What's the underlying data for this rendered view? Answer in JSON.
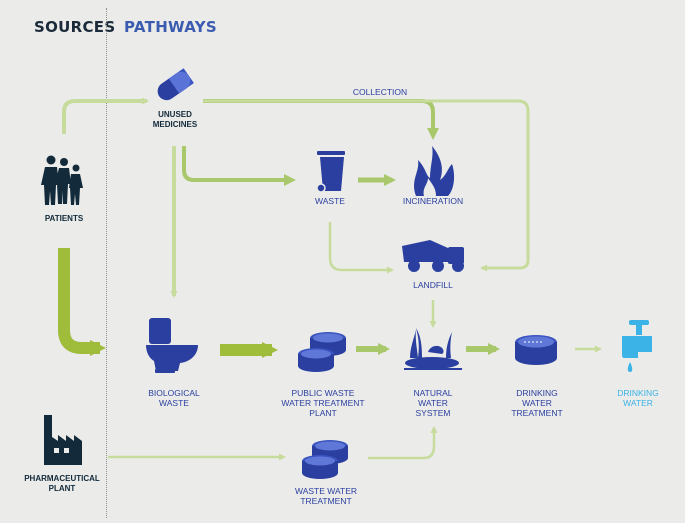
{
  "headers": {
    "sources": "SOURCES",
    "pathways": "PATHWAYS"
  },
  "labels": {
    "unused_medicines": "UNUSED MEDICINES",
    "collection": "COLLECTION",
    "patients": "PATIENTS",
    "waste": "WASTE",
    "incineration": "INCINERATION",
    "landfill": "LANDFILL",
    "biological_waste": "BIOLOGICAL WASTE",
    "public_wwtp": "PUBLIC WASTE WATER TREATMENT PLANT",
    "natural_water": "NATURAL WATER SYSTEM",
    "drinking_treatment": "DRINKING WATER TREATMENT",
    "drinking_water": "DRINKING WATER",
    "pharma_plant": "PHARMACEUTICAL PLANT",
    "waste_water_treatment": "WASTE WATER TREATMENT"
  },
  "colors": {
    "background": "#ebebea",
    "icon_blue": "#2a3f9f",
    "dark_navy": "#122a3a",
    "green_light": "#c6db9c",
    "green_mid": "#a8c86b",
    "green_bold": "#9fbc3a",
    "water_blue": "#3bb3e6",
    "pathways_header": "#3a5bb0"
  },
  "icons": [
    "pill-icon",
    "people-icon",
    "trash-bin-icon",
    "flame-icon",
    "dump-truck-icon",
    "toilet-icon",
    "treatment-tank-icon",
    "marsh-icon",
    "drinking-tank-icon",
    "faucet-icon",
    "factory-icon",
    "waste-tank-icon"
  ]
}
